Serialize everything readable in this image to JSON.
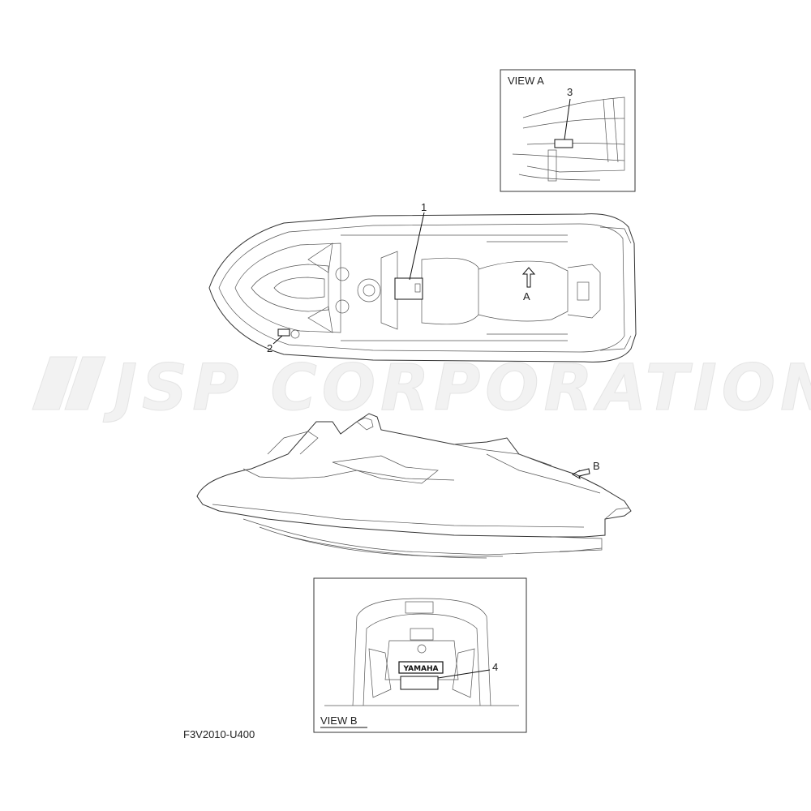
{
  "watermark": {
    "text": "JSP CORPORATION"
  },
  "diagram_code": "F3V2010-U400",
  "views": {
    "view_a": {
      "title": "VIEW A"
    },
    "view_b": {
      "title": "VIEW B"
    }
  },
  "callouts": [
    "1",
    "2",
    "3",
    "4"
  ],
  "arrow_labels": {
    "a": "A",
    "b": "B"
  },
  "emblem_text": "YAMAHA"
}
